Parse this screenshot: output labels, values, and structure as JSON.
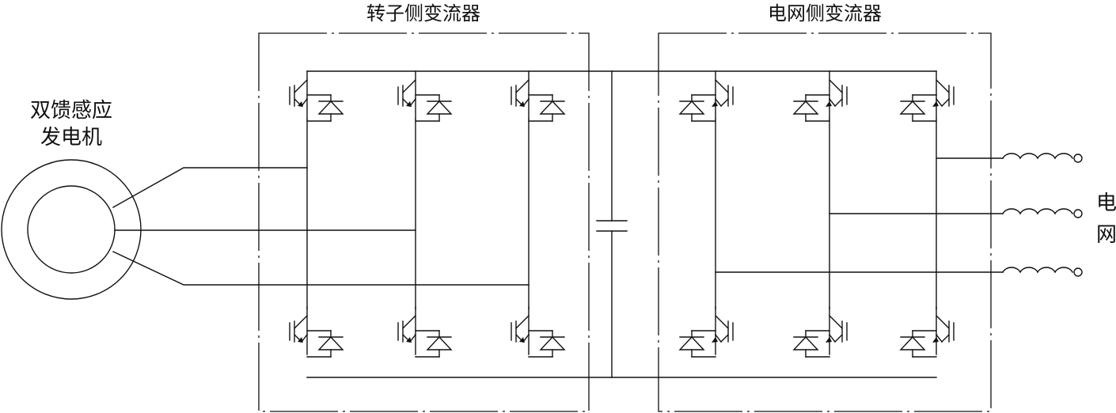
{
  "labels": {
    "rotor_converter": "转子侧变流器",
    "grid_converter": "电网侧变流器",
    "generator_line1": "双馈感应",
    "generator_line2": "发电机",
    "grid_char1": "电",
    "grid_char2": "网"
  }
}
